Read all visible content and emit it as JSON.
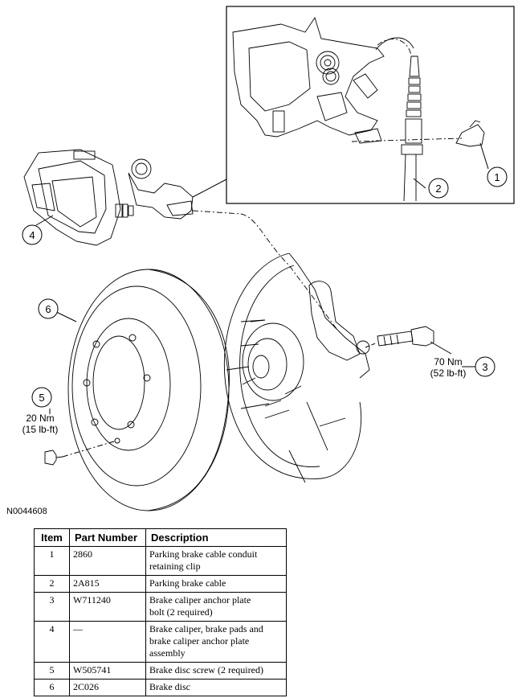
{
  "figure_id": "N0044608",
  "callouts": {
    "c1": "1",
    "c2": "2",
    "c3": "3",
    "c4": "4",
    "c5": "5",
    "c6": "6"
  },
  "torque_3": {
    "nm": "70 Nm",
    "lbft": "(52 lb-ft)"
  },
  "torque_5": {
    "nm": "20 Nm",
    "lbft": "(15 lb-ft)"
  },
  "table": {
    "headers": {
      "item": "Item",
      "part": "Part Number",
      "desc": "Description"
    },
    "rows": [
      {
        "item": "1",
        "part": "2860",
        "desc_lines": [
          "Parking brake cable conduit",
          "retaining clip"
        ]
      },
      {
        "item": "2",
        "part": "2A815",
        "desc_lines": [
          "Parking brake cable"
        ]
      },
      {
        "item": "3",
        "part": "W711240",
        "desc_lines": [
          "Brake caliper anchor plate",
          "bolt (2 required)"
        ]
      },
      {
        "item": "4",
        "part": "—",
        "desc_lines": [
          "Brake caliper, brake pads and",
          "brake caliper anchor plate",
          "assembly"
        ]
      },
      {
        "item": "5",
        "part": "W505741",
        "desc_lines": [
          "Brake disc screw (2 required)"
        ]
      },
      {
        "item": "6",
        "part": "2C026",
        "desc_lines": [
          "Brake disc"
        ]
      }
    ]
  }
}
